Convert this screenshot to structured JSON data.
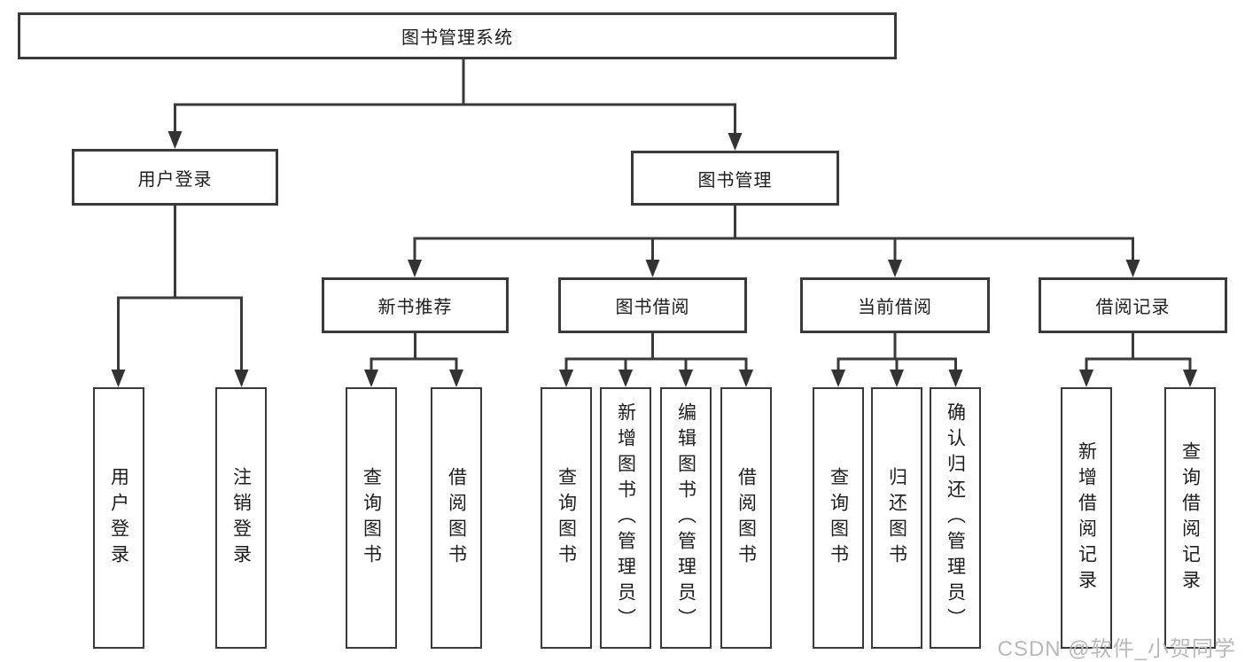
{
  "diagram": {
    "root": {
      "label": "图书管理系统"
    },
    "branches": [
      {
        "label": "用户登录",
        "children": [
          {
            "label": "用户登录"
          },
          {
            "label": "注销登录"
          }
        ]
      },
      {
        "label": "图书管理",
        "children": [
          {
            "label": "新书推荐",
            "children": [
              {
                "label": "查询图书"
              },
              {
                "label": "借阅图书"
              }
            ]
          },
          {
            "label": "图书借阅",
            "children": [
              {
                "label": "查询图书"
              },
              {
                "label": "新增图书（管理员）"
              },
              {
                "label": "编辑图书（管理员）"
              },
              {
                "label": "借阅图书"
              }
            ]
          },
          {
            "label": "当前借阅",
            "children": [
              {
                "label": "查询图书"
              },
              {
                "label": "归还图书"
              },
              {
                "label": "确认归还（管理员）"
              }
            ]
          },
          {
            "label": "借阅记录",
            "children": [
              {
                "label": "新增借阅记录"
              },
              {
                "label": "查询借阅记录"
              }
            ]
          }
        ]
      }
    ]
  },
  "watermark": {
    "text": "CSDN @软件_小贺同学"
  },
  "colors": {
    "line": "#3a3a3a",
    "arrow": "#333333",
    "text": "#1d1d1d",
    "watermark": "#b9b9b9",
    "background": "#ffffff"
  }
}
